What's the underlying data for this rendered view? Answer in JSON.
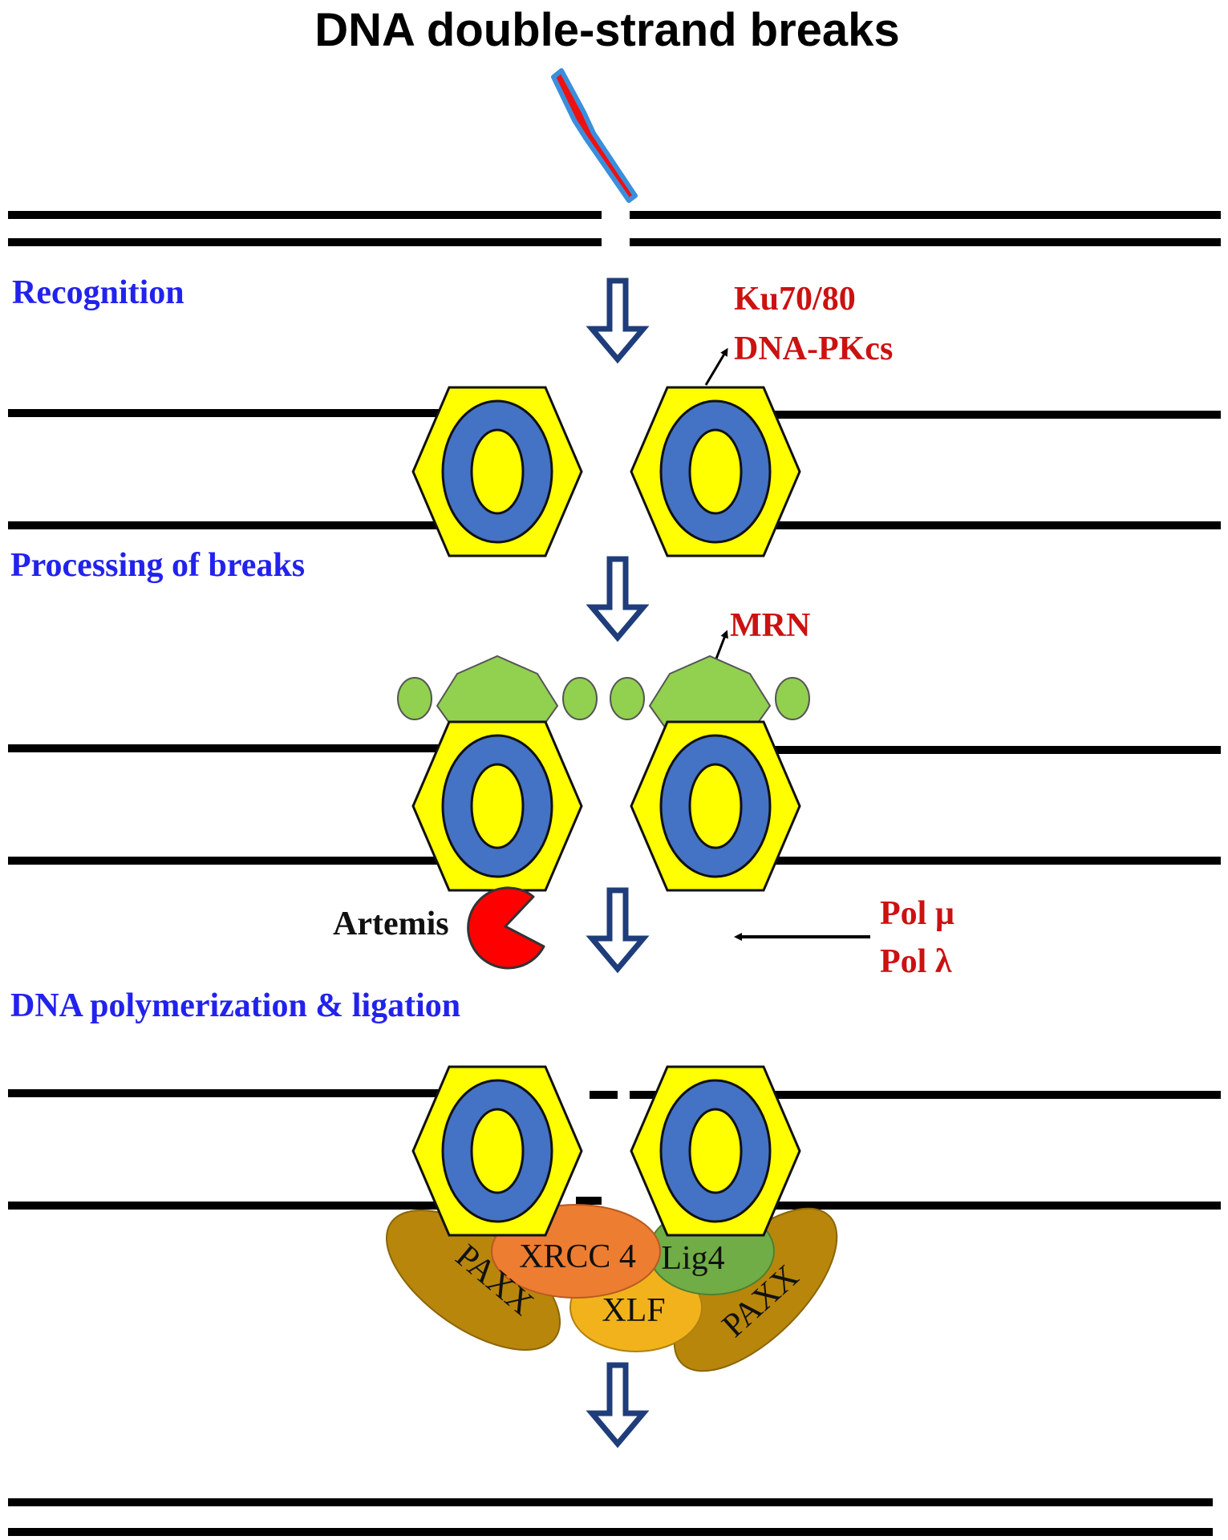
{
  "title": "DNA double-strand breaks",
  "steps": {
    "recognition": "Recognition",
    "processing": "Processing of breaks",
    "polymerization": "DNA polymerization  & ligation"
  },
  "proteins": {
    "ku": "Ku70/80",
    "dnapkcs": "DNA-PKcs",
    "mrn": "MRN",
    "artemis": "Artemis",
    "pol_mu": "Pol µ",
    "pol_lambda": "Pol λ"
  },
  "complex": {
    "xrcc4": "XRCC 4",
    "lig4": "Lig4",
    "xlf": "XLF",
    "paxx_left": "PAXX",
    "paxx_right": "PAXX"
  },
  "colors": {
    "hexagon_fill": "#ffff00",
    "ring": "#4472c4",
    "pentagon": "#92d050",
    "artemis": "#ff0000",
    "xrcc4": "#ed7d31",
    "lig4": "#70ad47",
    "xlf": "#f2b21b",
    "paxx": "#b8860b",
    "flow_arrow": "#1f3d7a",
    "step_text": "#2222ee",
    "protein_text": "#cc1111"
  }
}
